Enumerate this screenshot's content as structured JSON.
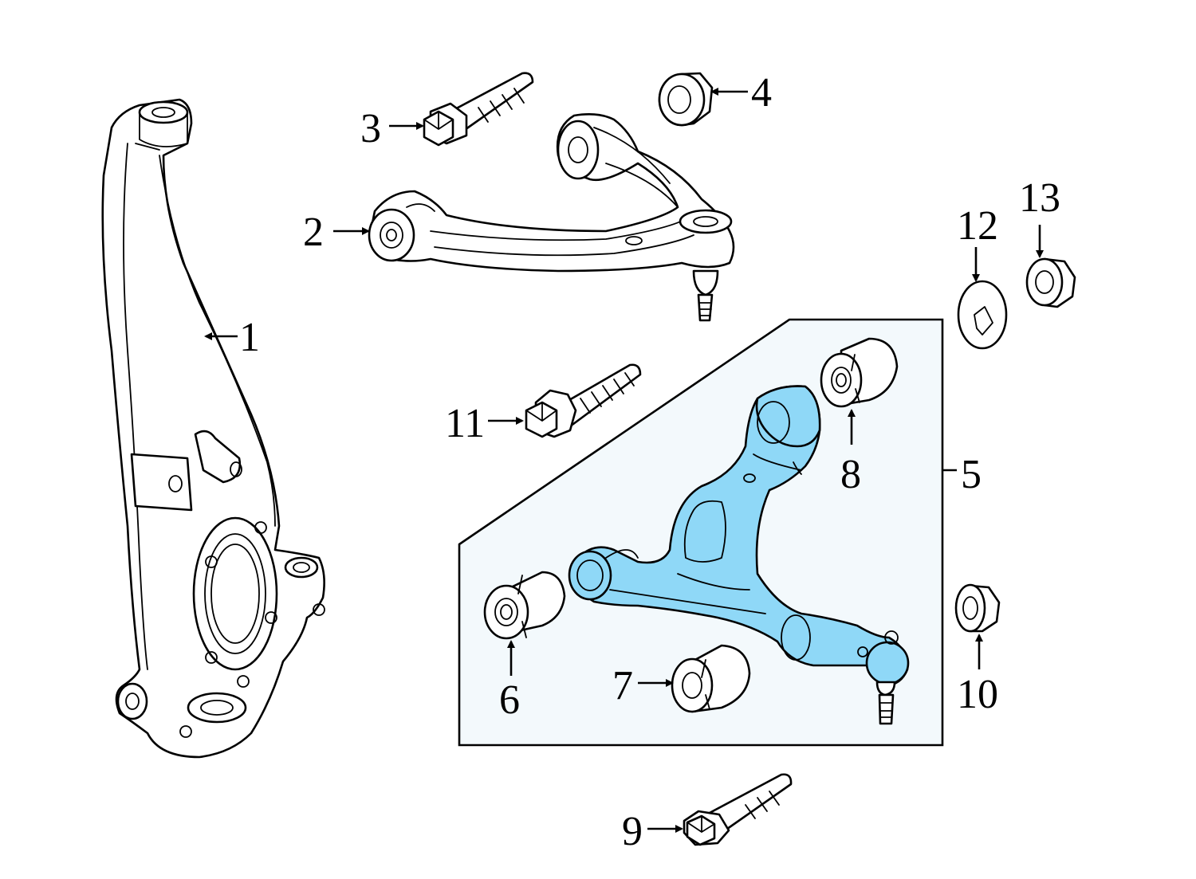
{
  "diagram": {
    "highlight_color": "#8fd8f7",
    "group_fill": "#f3f9fc",
    "callouts": [
      {
        "id": "1",
        "label": "1"
      },
      {
        "id": "2",
        "label": "2"
      },
      {
        "id": "3",
        "label": "3"
      },
      {
        "id": "4",
        "label": "4"
      },
      {
        "id": "5",
        "label": "5"
      },
      {
        "id": "6",
        "label": "6"
      },
      {
        "id": "7",
        "label": "7"
      },
      {
        "id": "8",
        "label": "8"
      },
      {
        "id": "9",
        "label": "9"
      },
      {
        "id": "10",
        "label": "10"
      },
      {
        "id": "11",
        "label": "11"
      },
      {
        "id": "12",
        "label": "12"
      },
      {
        "id": "13",
        "label": "13"
      }
    ]
  }
}
